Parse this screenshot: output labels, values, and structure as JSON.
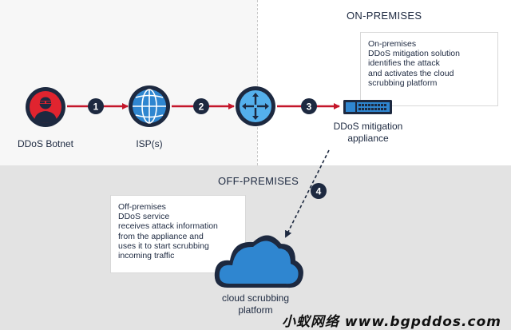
{
  "sections": {
    "on_premises": "ON-PREMISES",
    "off_premises": "OFF-PREMISES"
  },
  "notes": {
    "on_premises": "On-premises\nDDoS mitigation solution\nidentifies the attack\nand activates the cloud\nscrubbing platform",
    "off_premises": "Off-premises\nDDoS service\nreceives attack information\nfrom the appliance and\nuses it to start scrubbing\nincoming traffic"
  },
  "nodes": {
    "botnet": "DDoS Botnet",
    "isp": "ISP(s)",
    "appliance": "DDoS mitigation\nappliance",
    "cloud": "cloud scrubbing\nplatform"
  },
  "steps": [
    "1",
    "2",
    "3",
    "4"
  ],
  "watermark": "小蚁网络 www.bgpddos.com",
  "colors": {
    "arrow": "#c4162a",
    "dark": "#1d2940",
    "blue": "#2f86d0",
    "light_blue": "#54b0ec",
    "red": "#e0242f"
  },
  "icons": {
    "botnet": "hacker-icon",
    "isp": "globe-icon",
    "router": "router-icon",
    "appliance": "mitigation-appliance-icon",
    "cloud": "cloud-icon"
  }
}
